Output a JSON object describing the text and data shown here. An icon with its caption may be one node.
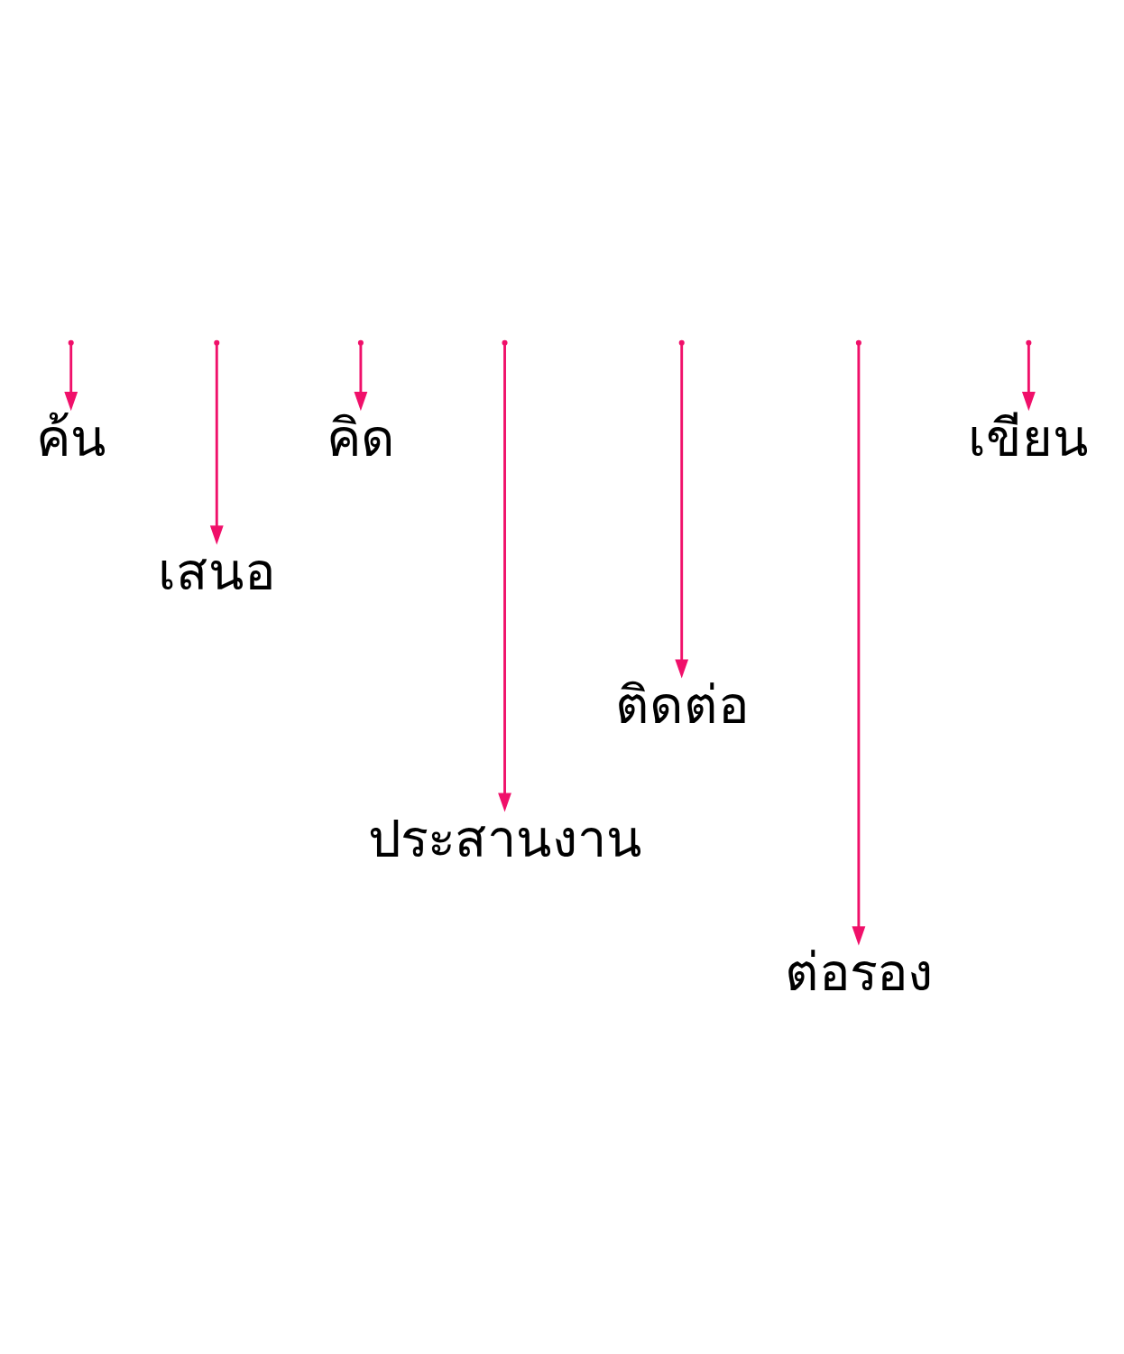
{
  "diagram": {
    "nodes": [
      {
        "text": [
          "ค้น"
        ]
      },
      {
        "text": [
          "คิด"
        ]
      },
      {
        "text": [
          "เขียน"
        ]
      },
      {
        "text": [
          "เสนอ"
        ]
      },
      {
        "text": [
          "ติดต่อ"
        ]
      },
      {
        "text": [
          "ประสานงาน"
        ]
      },
      {
        "text": [
          "ต่อรอง"
        ]
      }
    ],
    "edges": [
      {
        "from": null,
        "to": 0,
        "arrow": "to"
      },
      {
        "from": null,
        "to": 3,
        "arrow": "to"
      },
      {
        "from": null,
        "to": 1,
        "arrow": "to"
      },
      {
        "from": null,
        "to": 5,
        "arrow": "to"
      },
      {
        "from": null,
        "to": 4,
        "arrow": "to"
      },
      {
        "from": null,
        "to": 6,
        "arrow": "to"
      },
      {
        "from": null,
        "to": 2,
        "arrow": "to"
      }
    ]
  }
}
